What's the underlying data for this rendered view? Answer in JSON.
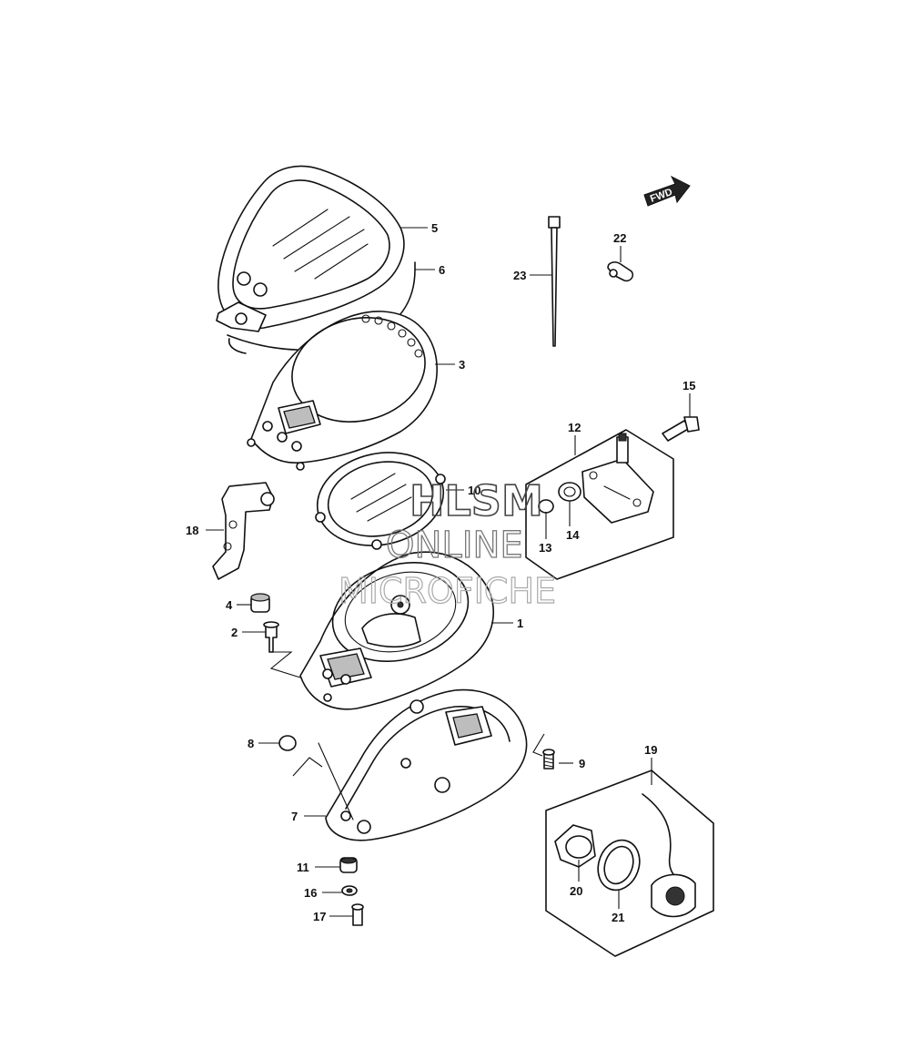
{
  "watermark": {
    "line1": "HLSM",
    "line2": "ONLINE",
    "line3": "MICROFICHE"
  },
  "direction_marker": {
    "label": "FWD"
  },
  "callouts": [
    {
      "id": "c1",
      "label": "1"
    },
    {
      "id": "c2",
      "label": "2"
    },
    {
      "id": "c3",
      "label": "3"
    },
    {
      "id": "c4",
      "label": "4"
    },
    {
      "id": "c5",
      "label": "5"
    },
    {
      "id": "c6",
      "label": "6"
    },
    {
      "id": "c7",
      "label": "7"
    },
    {
      "id": "c8",
      "label": "8"
    },
    {
      "id": "c9",
      "label": "9"
    },
    {
      "id": "c10",
      "label": "10"
    },
    {
      "id": "c11",
      "label": "11"
    },
    {
      "id": "c12",
      "label": "12"
    },
    {
      "id": "c13",
      "label": "13"
    },
    {
      "id": "c14",
      "label": "14"
    },
    {
      "id": "c15",
      "label": "15"
    },
    {
      "id": "c16",
      "label": "16"
    },
    {
      "id": "c17",
      "label": "17"
    },
    {
      "id": "c18",
      "label": "18"
    },
    {
      "id": "c19",
      "label": "19"
    },
    {
      "id": "c20",
      "label": "20"
    },
    {
      "id": "c21",
      "label": "21"
    },
    {
      "id": "c22",
      "label": "22"
    },
    {
      "id": "c23",
      "label": "23"
    }
  ]
}
